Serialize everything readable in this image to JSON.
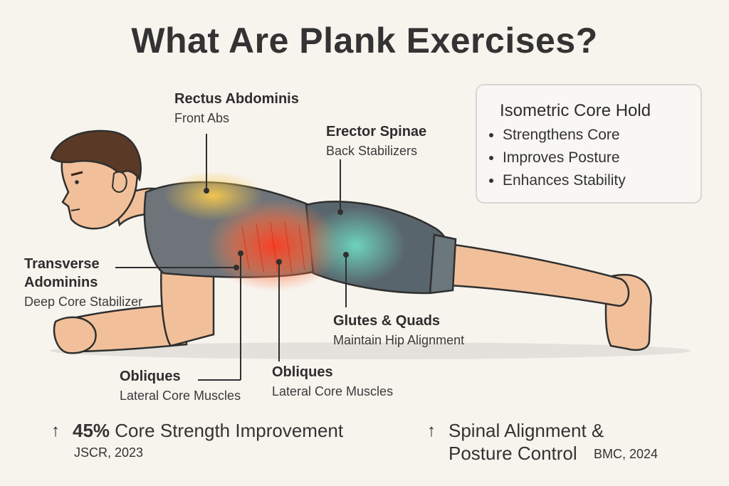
{
  "title": "What Are Plank Exercises?",
  "labels": {
    "rectus": {
      "name": "Rectus Abdominis",
      "desc": "Front Abs"
    },
    "erector": {
      "name": "Erector Spinae",
      "desc": "Back Stabilizers"
    },
    "transverse": {
      "name_line1": "Transverse",
      "name_line2": "Adominins",
      "desc": "Deep Core Stabilizer"
    },
    "glutes": {
      "name": "Glutes & Quads",
      "desc": "Maintain Hip Alignment"
    },
    "obliques_left": {
      "name": "Obliques",
      "desc": "Lateral Core Muscles"
    },
    "obliques_center": {
      "name": "Obliques",
      "desc": "Lateral Core Muscles"
    }
  },
  "infobox": {
    "title": "Isometric Core Hold",
    "items": [
      "Strengthens Core",
      "Improves Posture",
      "Enhances Stability"
    ]
  },
  "stats": {
    "left": {
      "arrow": "↑",
      "value": "45%",
      "text": "Core Strength Improvement",
      "source": "JSCR, 2023"
    },
    "right": {
      "arrow": "↑",
      "line1": "Spinal Alignment &",
      "line2": "Posture Control",
      "source": "BMC, 2024"
    }
  },
  "colors": {
    "skin": "#f1c09a",
    "shirt": "#6e7479",
    "shorts": "#59656c",
    "hair": "#5a3a26",
    "highlight_red": "#ff4a2a",
    "highlight_yellow": "#f5c14a",
    "highlight_teal": "#5fd0b8"
  }
}
